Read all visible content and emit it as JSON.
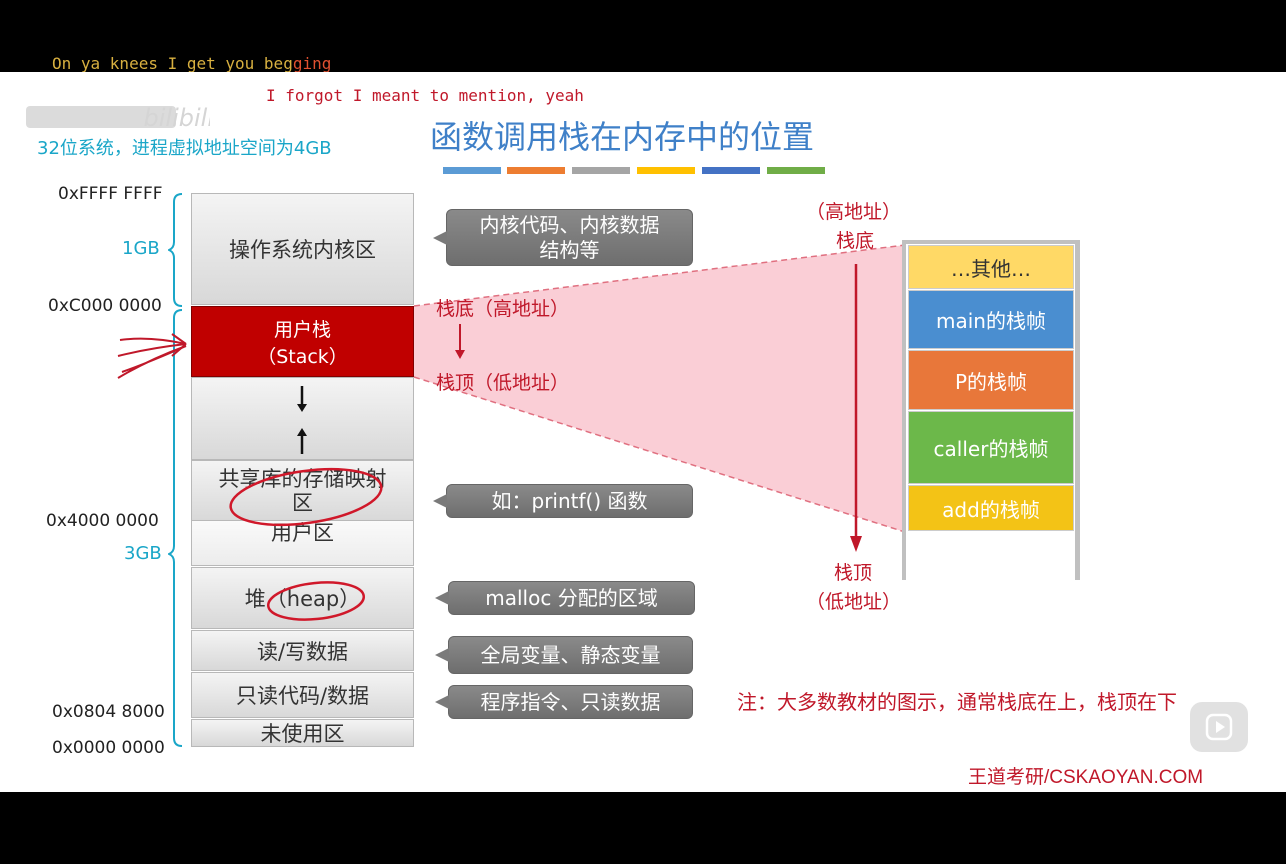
{
  "lyrics": {
    "line1_main": "On ya knees I get you beg",
    "line1_tail": "ging",
    "line2": "I forgot I meant to mention, yeah"
  },
  "watermark": "bilibili",
  "slide": {
    "subtitle": "32位系统，进程虚拟地址空间为4GB",
    "title": "函数调用栈在内存中的位置",
    "title_bar_colors": [
      "#5b9bd5",
      "#ed7d31",
      "#a5a5a5",
      "#ffc000",
      "#4472c4",
      "#70ad47"
    ],
    "addresses": [
      "0xFFFF FFFF",
      "0xC000 0000",
      "0x4000 0000",
      "0x0804 8000",
      "0x0000 0000"
    ],
    "gb_labels": [
      "1GB",
      "3GB"
    ],
    "segments": {
      "kernel": "操作系统内核区",
      "stack_line1": "用户栈",
      "stack_line2": "（Stack）",
      "shared_lib_line1": "共享库的存储映射",
      "shared_lib_line2": "区",
      "user_area": "用户区",
      "heap": "堆（heap）",
      "rw_data": "读/写数据",
      "ro_data": "只读代码/数据",
      "unused": "未使用区"
    },
    "callouts": {
      "kernel_line1": "内核代码、内核数据",
      "kernel_line2": "结构等",
      "printf": "如：printf() 函数",
      "malloc": "malloc 分配的区域",
      "globals": "全局变量、静态变量",
      "instructions": "程序指令、只读数据"
    },
    "stack_labels": {
      "bottom": "栈底（高地址）",
      "top": "栈顶（低地址）"
    },
    "right_labels": {
      "high_addr": "（高地址）",
      "stack_bottom": "栈底",
      "stack_top": "栈顶",
      "low_addr": "（低地址）"
    },
    "frames": [
      {
        "label": "…其他…",
        "color": "#ffd966"
      },
      {
        "label": "main的栈帧",
        "color": "#4a8ed0"
      },
      {
        "label": "P的栈帧",
        "color": "#e8773a"
      },
      {
        "label": "caller的栈帧",
        "color": "#6cb84a"
      },
      {
        "label": "add的栈帧",
        "color": "#f3c316"
      }
    ],
    "note": "注：大多数教材的图示，通常栈底在上，栈顶在下",
    "brand": "王道考研/CSKAOYAN.COM"
  }
}
